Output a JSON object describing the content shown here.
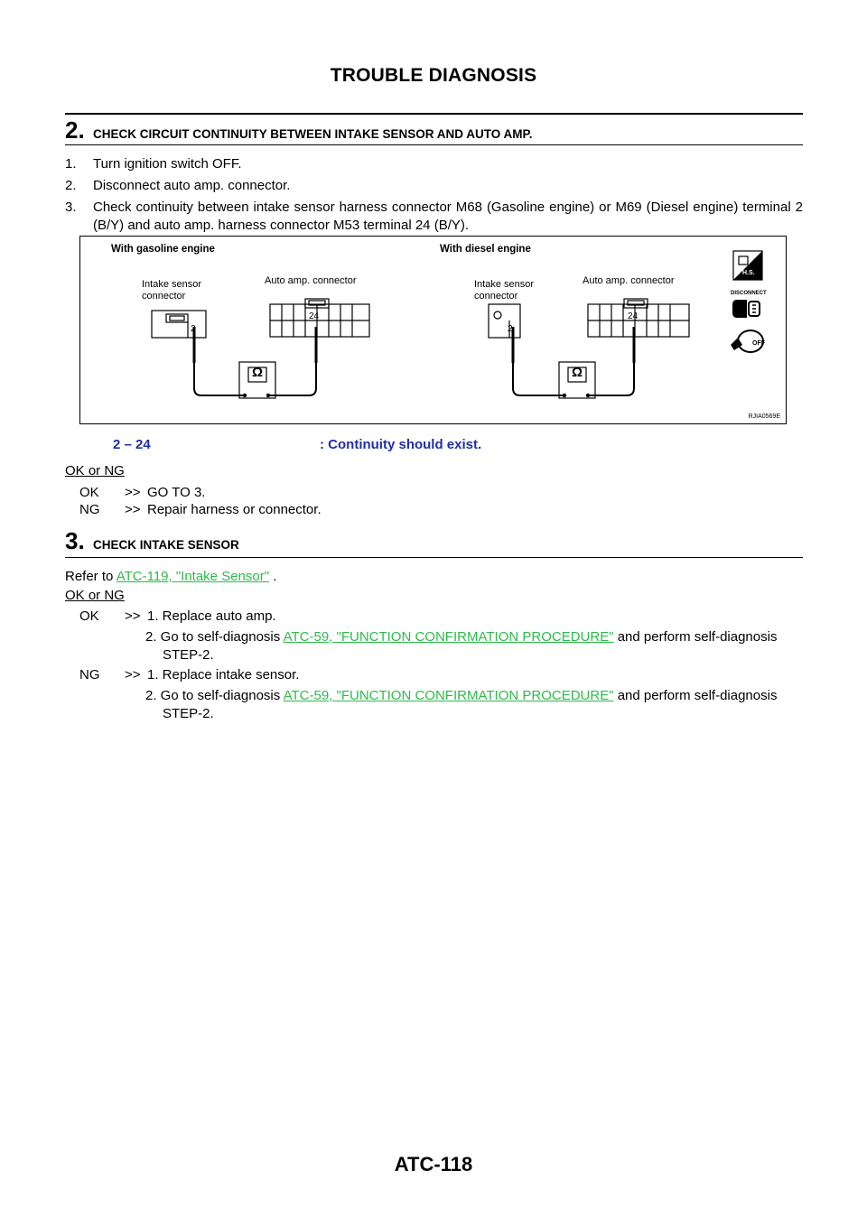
{
  "header": {
    "title": "TROUBLE DIAGNOSIS"
  },
  "step2": {
    "number": "2",
    "heading": "CHECK CIRCUIT CONTINUITY BETWEEN INTAKE SENSOR AND AUTO AMP.",
    "items": [
      {
        "num": "1.",
        "text": "Turn ignition switch OFF."
      },
      {
        "num": "2.",
        "text": "Disconnect auto amp. connector."
      },
      {
        "num": "3.",
        "text": "Check continuity between intake sensor harness connector M68 (Gasoline engine) or M69 (Diesel engine) terminal 2 (B/Y) and auto amp. harness connector M53 terminal 24 (B/Y)."
      }
    ],
    "diagram": {
      "gasoline_title": "With gasoline engine",
      "diesel_title": "With diesel engine",
      "intake_label_1": "Intake sensor",
      "intake_label_2": "connector",
      "auto_amp_label": "Auto amp. connector",
      "terminal_intake": "2",
      "terminal_amp": "24",
      "meter_symbol": "Ω",
      "hs_badge": "H.S.",
      "disconnect_label": "DISCONNECT",
      "off_label": "OFF",
      "figure_id": "RJIA0569E"
    },
    "continuity": {
      "terminals": "2 – 24",
      "result": ": Continuity should exist."
    },
    "decision": "OK or NG",
    "ok": {
      "code": "OK",
      "arrow": ">>",
      "action": "GO TO 3."
    },
    "ng": {
      "code": "NG",
      "arrow": ">>",
      "action": "Repair harness or connector."
    }
  },
  "step3": {
    "number": "3",
    "heading": "CHECK INTAKE SENSOR",
    "refer_prefix": "Refer to ",
    "refer_link": "ATC-119, \"Intake Sensor\"",
    "refer_suffix": " .",
    "decision": "OK or NG",
    "ok": {
      "code": "OK",
      "arrow": ">>",
      "action1": "1. Replace auto amp.",
      "action2_prefix": "2. Go to self-diagnosis ",
      "action2_link": "ATC-59, \"FUNCTION CONFIRMATION PROCEDURE\"",
      "action2_suffix": " and perform self-diagnosis STEP-2."
    },
    "ng": {
      "code": "NG",
      "arrow": ">>",
      "action1": "1. Replace intake sensor.",
      "action2_prefix": "2. Go to self-diagnosis ",
      "action2_link": "ATC-59, \"FUNCTION CONFIRMATION PROCEDURE\"",
      "action2_suffix": " and perform self-diagnosis STEP-2."
    }
  },
  "footer": {
    "page_id": "ATC-118"
  },
  "colors": {
    "link": "#2dbb4a",
    "continuity_text": "#1f2fa8"
  }
}
